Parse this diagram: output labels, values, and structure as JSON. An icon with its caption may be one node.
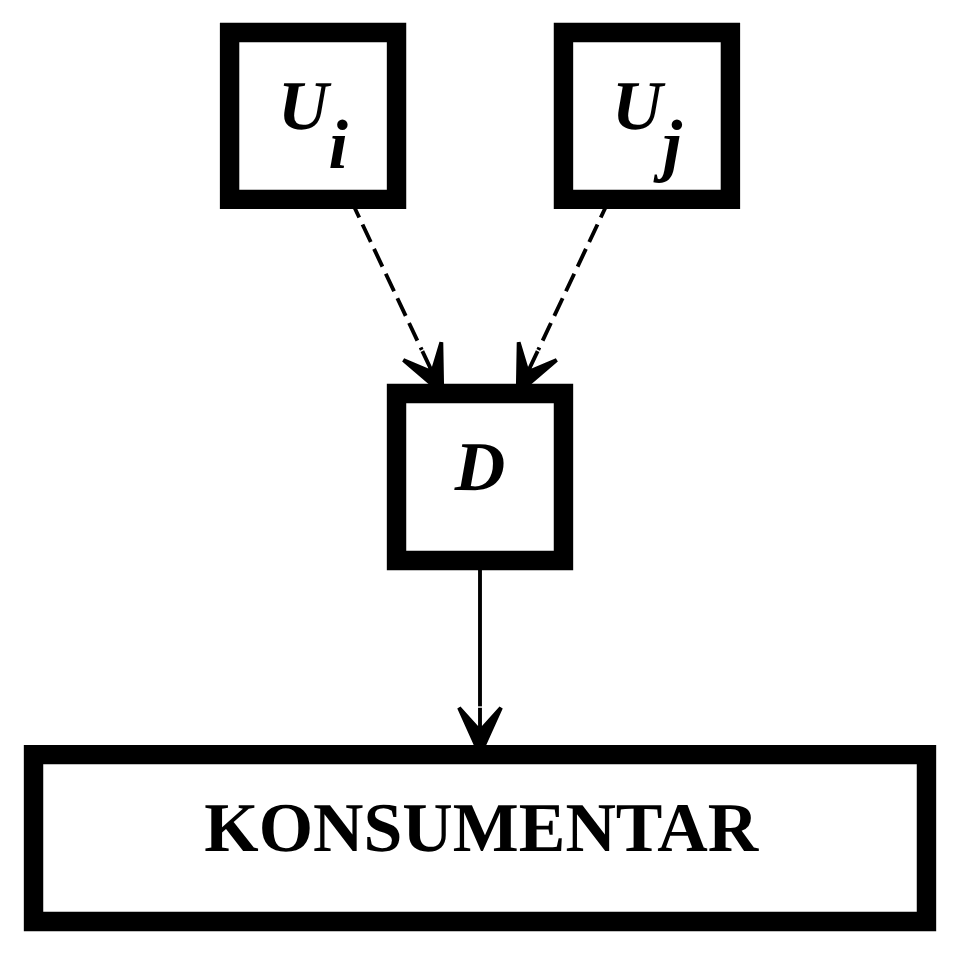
{
  "diagram": {
    "nodes": [
      {
        "text": [
          "U$_{i}$"
        ]
      },
      {
        "text": [
          "U$_{j}$"
        ]
      },
      {
        "text": [
          "D"
        ]
      },
      {
        "text": [
          "KONSUMENTAR"
        ]
      }
    ],
    "edges": [
      {
        "from": 0,
        "to": 2,
        "arrow": "to",
        "style": "dashed"
      },
      {
        "from": 1,
        "to": 2,
        "arrow": "to",
        "style": "dashed"
      },
      {
        "from": 2,
        "to": 3,
        "arrow": "to"
      }
    ]
  }
}
